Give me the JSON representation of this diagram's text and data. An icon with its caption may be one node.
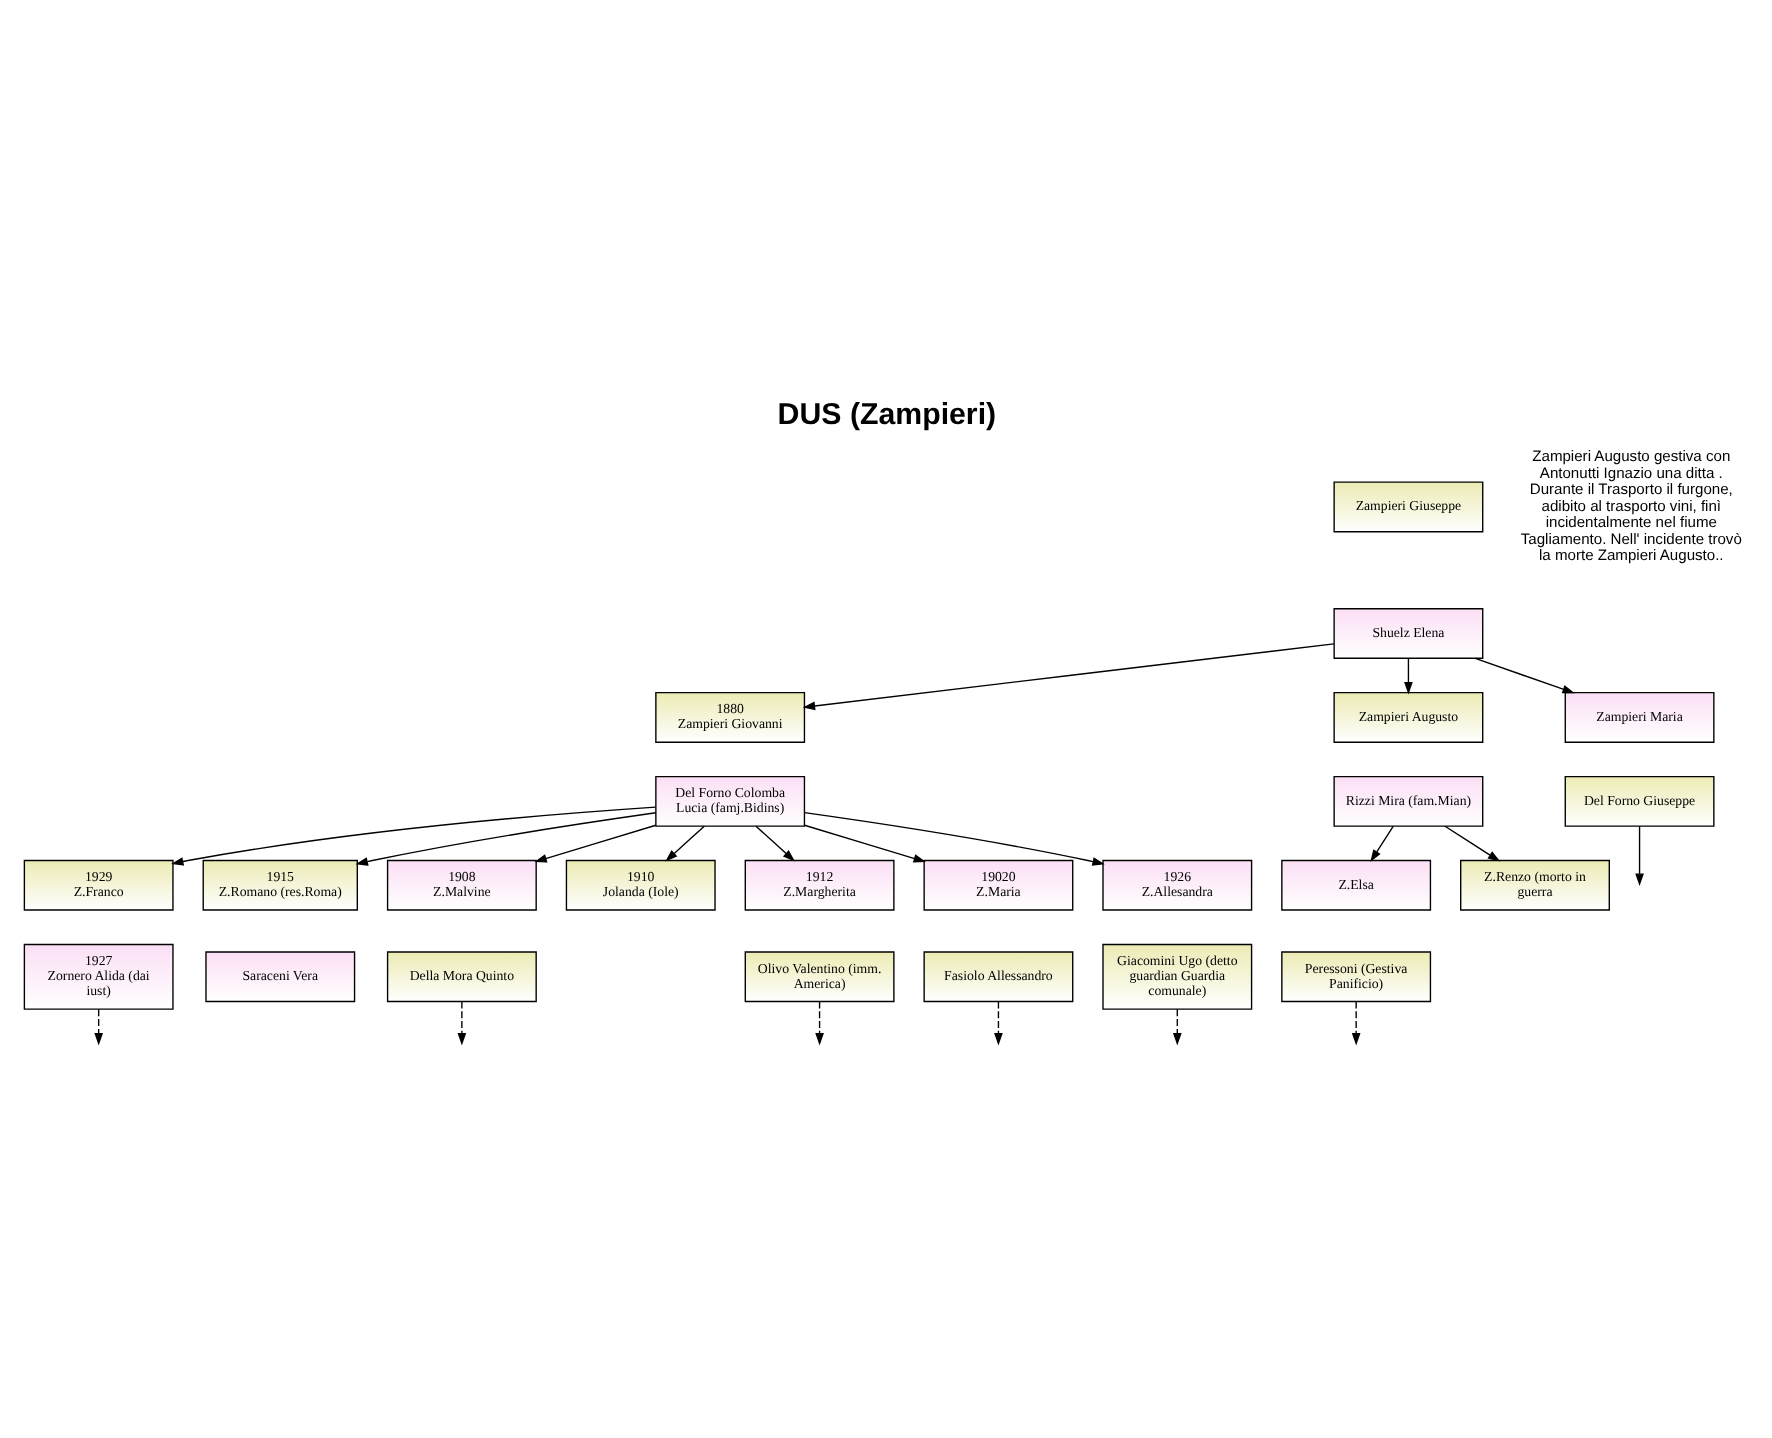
{
  "diagram": {
    "title": "DUS (Zampieri)",
    "nodes": [
      {
        "text": [
          "Zampieri Giuseppe"
        ]
      },
      {
        "text": [
          "Shuelz Elena"
        ]
      },
      {
        "text": [
          "1880",
          "Zampieri Giovanni"
        ]
      },
      {
        "text": [
          "Del Forno Colomba Lucia (famj.Bidins)"
        ]
      },
      {
        "text": [
          "Zampieri Augusto"
        ]
      },
      {
        "text": [
          "Rizzi Mira (fam.Mian)"
        ]
      },
      {
        "text": [
          "Zampieri Maria"
        ]
      },
      {
        "text": [
          "Del Forno Giuseppe"
        ]
      },
      {
        "text": [
          "Z.Elsa"
        ]
      },
      {
        "text": [
          "Peressoni (Gestiva Panificio)"
        ]
      },
      {
        "text": [
          "Z.Renzo (morto in guerra"
        ]
      },
      {
        "text": [
          "1929",
          "Z.Franco"
        ]
      },
      {
        "text": [
          "1927",
          "Zornero Alida (dai iust)"
        ]
      },
      {
        "text": [
          "1915",
          "Z.Romano (res.Roma)"
        ]
      },
      {
        "text": [
          "Saraceni Vera"
        ]
      },
      {
        "text": [
          "1908",
          "Z.Malvine"
        ]
      },
      {
        "text": [
          "Della Mora Quinto"
        ]
      },
      {
        "text": [
          "1910",
          "Jolanda (Iole)"
        ]
      },
      {
        "text": [
          "1912",
          "Z.Margherita"
        ]
      },
      {
        "text": [
          "Olivo Valentino (imm. America)"
        ]
      },
      {
        "text": [
          "19020",
          "Z.Maria"
        ]
      },
      {
        "text": [
          "Fasiolo Allessandro"
        ]
      },
      {
        "text": [
          "1926",
          "Z.Allesandra"
        ]
      },
      {
        "text": [
          "Giacomini Ugo (detto guardian Guardia comunale)"
        ]
      }
    ],
    "edges": [
      {
        "from": 1,
        "to": 2,
        "arrow": "to"
      },
      {
        "from": 1,
        "to": 4,
        "arrow": "to"
      },
      {
        "from": 1,
        "to": 6,
        "arrow": "to"
      },
      {
        "from": 5,
        "to": 8,
        "arrow": "to"
      },
      {
        "from": 5,
        "to": 10,
        "arrow": "to"
      },
      {
        "from": 7,
        "to": null,
        "arrow": "to"
      },
      {
        "from": 9,
        "to": null,
        "arrow": "to",
        "style": "dashed"
      },
      {
        "from": 3,
        "to": 11,
        "arrow": "to"
      },
      {
        "from": 3,
        "to": 13,
        "arrow": "to"
      },
      {
        "from": 3,
        "to": 15,
        "arrow": "to"
      },
      {
        "from": 3,
        "to": 17,
        "arrow": "to"
      },
      {
        "from": 3,
        "to": 18,
        "arrow": "to"
      },
      {
        "from": 3,
        "to": 20,
        "arrow": "to"
      },
      {
        "from": 3,
        "to": 22,
        "arrow": "to"
      },
      {
        "from": 12,
        "to": null,
        "arrow": "to",
        "style": "dashed"
      },
      {
        "from": 16,
        "to": null,
        "arrow": "to",
        "style": "dashed"
      },
      {
        "from": 19,
        "to": null,
        "arrow": "to",
        "style": "dashed"
      },
      {
        "from": 21,
        "to": null,
        "arrow": "to",
        "style": "dashed"
      },
      {
        "from": 23,
        "to": null,
        "arrow": "to",
        "style": "dashed"
      }
    ],
    "labels": [
      "Zampieri Augusto gestiva con Antonutti Ignazio una ditta . Durante il Trasporto il furgone, adibito al trasporto vini, finì incidentalmente nel fiume Tagliamento. Nell' incidente trovò la morte Zampieri Augusto.."
    ]
  }
}
